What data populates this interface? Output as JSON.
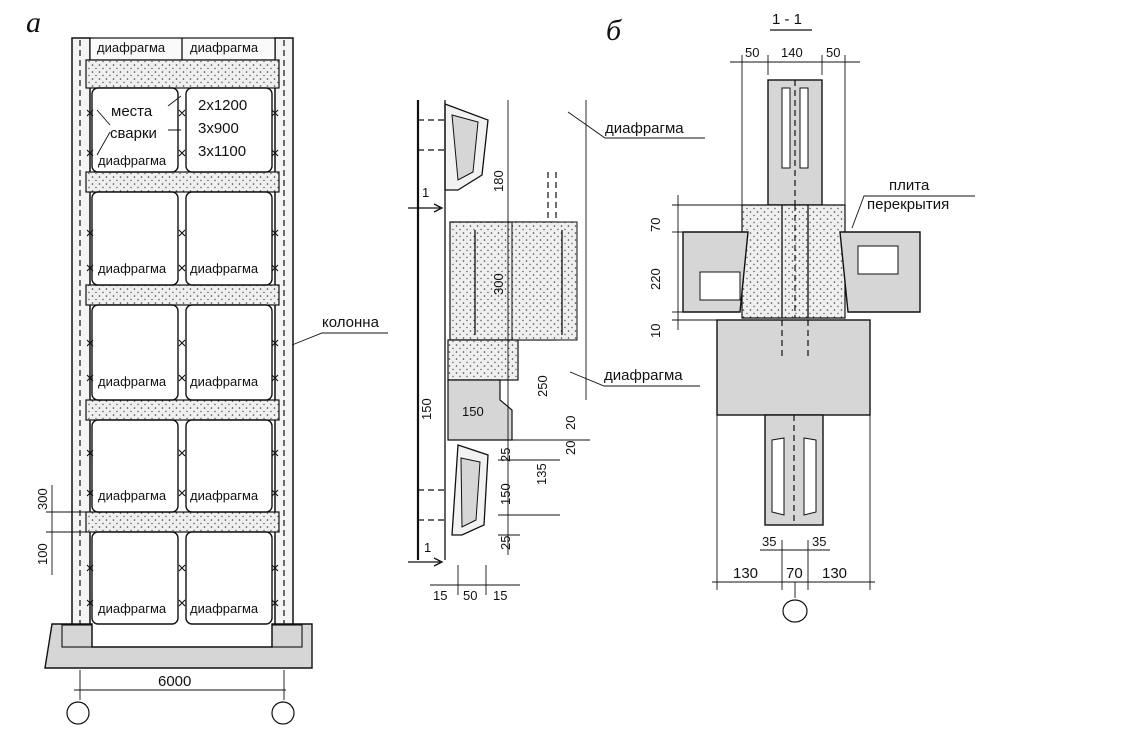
{
  "labels": {
    "fig_a": "а",
    "fig_b": "б",
    "section": "1 - 1",
    "column": "колонна",
    "diaphragm": "диафрагма",
    "weld_places_1": "места",
    "weld_places_2": "сварки",
    "weld_1": "2х1200",
    "weld_2": "3х900",
    "weld_3": "3х1100",
    "slab_1": "плита",
    "slab_2": "перекрытия",
    "section_mark": "1"
  },
  "dimensions_a": {
    "span": "6000",
    "d300": "300",
    "d100": "100"
  },
  "dimensions_mid": {
    "d180": "180",
    "d300": "300",
    "d150v": "150",
    "d150h": "150",
    "d250": "250",
    "d20a": "20",
    "d20b": "20",
    "d25a": "25",
    "d135": "135",
    "d150b": "150",
    "d25b": "25",
    "d15a": "15",
    "d50": "50",
    "d15b": "15"
  },
  "dimensions_b": {
    "d50a": "50",
    "d140": "140",
    "d50b": "50",
    "d70": "70",
    "d220": "220",
    "d10": "10",
    "d35a": "35",
    "d35b": "35",
    "d130a": "130",
    "d70b": "70",
    "d130b": "130"
  }
}
